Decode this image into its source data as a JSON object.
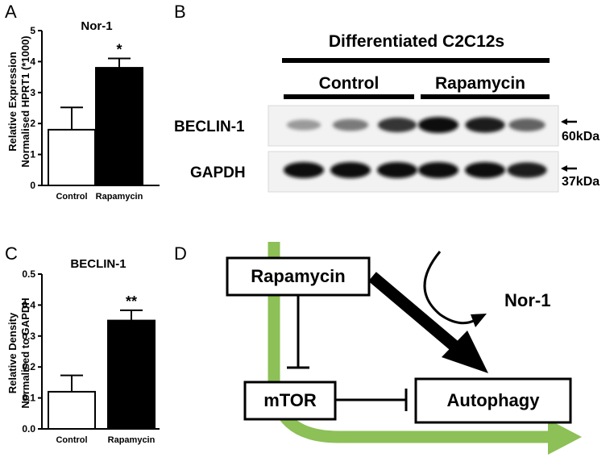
{
  "panels": {
    "a": "A",
    "b": "B",
    "c": "C",
    "d": "D"
  },
  "chart_data": [
    {
      "type": "bar",
      "title": "Nor-1",
      "ylabel_line1": "Relative Expression",
      "ylabel_line2": "Normalised HPRT1 (*1000)",
      "categories": [
        "Control",
        "Rapamycin"
      ],
      "values": [
        1.8,
        3.8
      ],
      "errors": [
        0.72,
        0.3
      ],
      "bar_colors": [
        "#ffffff",
        "#000000"
      ],
      "ylim": [
        0,
        5
      ],
      "yticks": [
        "0",
        "1",
        "2",
        "3",
        "4",
        "5"
      ],
      "significance": [
        "",
        "*"
      ],
      "grid": false
    },
    {
      "type": "bar",
      "title": "BECLIN-1",
      "ylabel_line1": "Relative Density",
      "ylabel_line2": "Normalised to GAPDH",
      "categories": [
        "Control",
        "Rapamycin"
      ],
      "values": [
        0.12,
        0.35
      ],
      "errors": [
        0.053,
        0.033
      ],
      "bar_colors": [
        "#ffffff",
        "#000000"
      ],
      "ylim": [
        0,
        0.5
      ],
      "yticks": [
        "0.0",
        "0.1",
        "0.2",
        "0.3",
        "0.4",
        "0.5"
      ],
      "significance": [
        "",
        "**"
      ],
      "grid": false
    }
  ],
  "blot": {
    "header": "Differentiated C2C12s",
    "group_control": "Control",
    "group_rapamycin": "Rapamycin",
    "row1_label": "BECLIN-1",
    "row2_label": "GAPDH",
    "row1_kda": "60kDa",
    "row2_kda": "37kDa",
    "beclin_intensity": [
      0.25,
      0.42,
      0.8,
      1.0,
      0.92,
      0.55
    ],
    "gapdh_intensity": [
      1.0,
      1.0,
      1.0,
      1.0,
      1.0,
      0.92
    ]
  },
  "diagram": {
    "rapamycin": "Rapamycin",
    "mtor": "mTOR",
    "autophagy": "Autophagy",
    "nor1": "Nor-1",
    "pathway_color": "#8dc056"
  }
}
